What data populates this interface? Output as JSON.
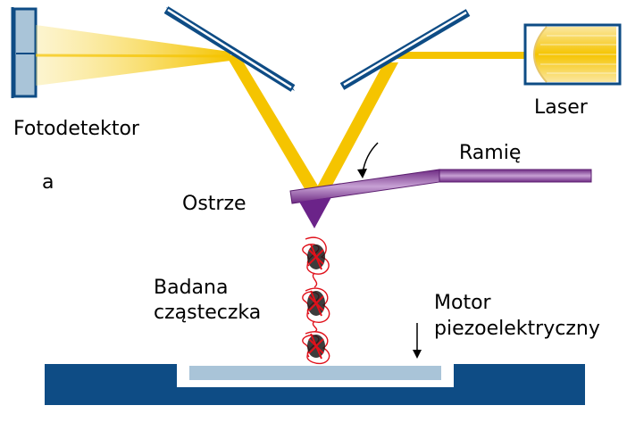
{
  "labels": {
    "photodetector": "Fotodetektor",
    "laser": "Laser",
    "panel_letter": "a",
    "arm": "Ramię",
    "tip": "Ostrze",
    "molecule_line1": "Badana",
    "molecule_line2": "cząsteczka",
    "motor_line1": "Motor",
    "motor_line2": "piezoelektryczny"
  },
  "colors": {
    "structure_blue": "#0e4c85",
    "light_blue": "#a9c4d8",
    "beam_gold": "#f5c400",
    "arm_purple": "#7b2c8c",
    "arm_light_purple": "#b58ac6",
    "molecule_red": "#e0101a"
  }
}
